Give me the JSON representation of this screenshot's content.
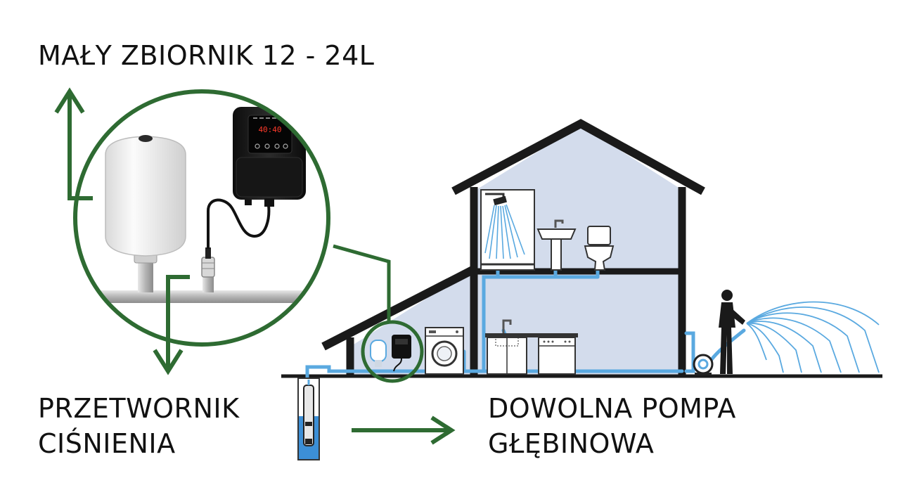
{
  "labels": {
    "tank": "MAŁY ZBIORNIK 12 - 24L",
    "transducer_line1": "PRZETWORNIK",
    "transducer_line2": "CIŚNIENIA",
    "pump_line1": "DOWOLNA POMPA",
    "pump_line2": "GŁĘBINOWA"
  },
  "controller": {
    "display": "40:40"
  },
  "colors": {
    "accent_green": "#2e6b32",
    "water_blue": "#5aa9e0",
    "house_fill": "#d3dcec",
    "outline": "#1a1a1a"
  }
}
